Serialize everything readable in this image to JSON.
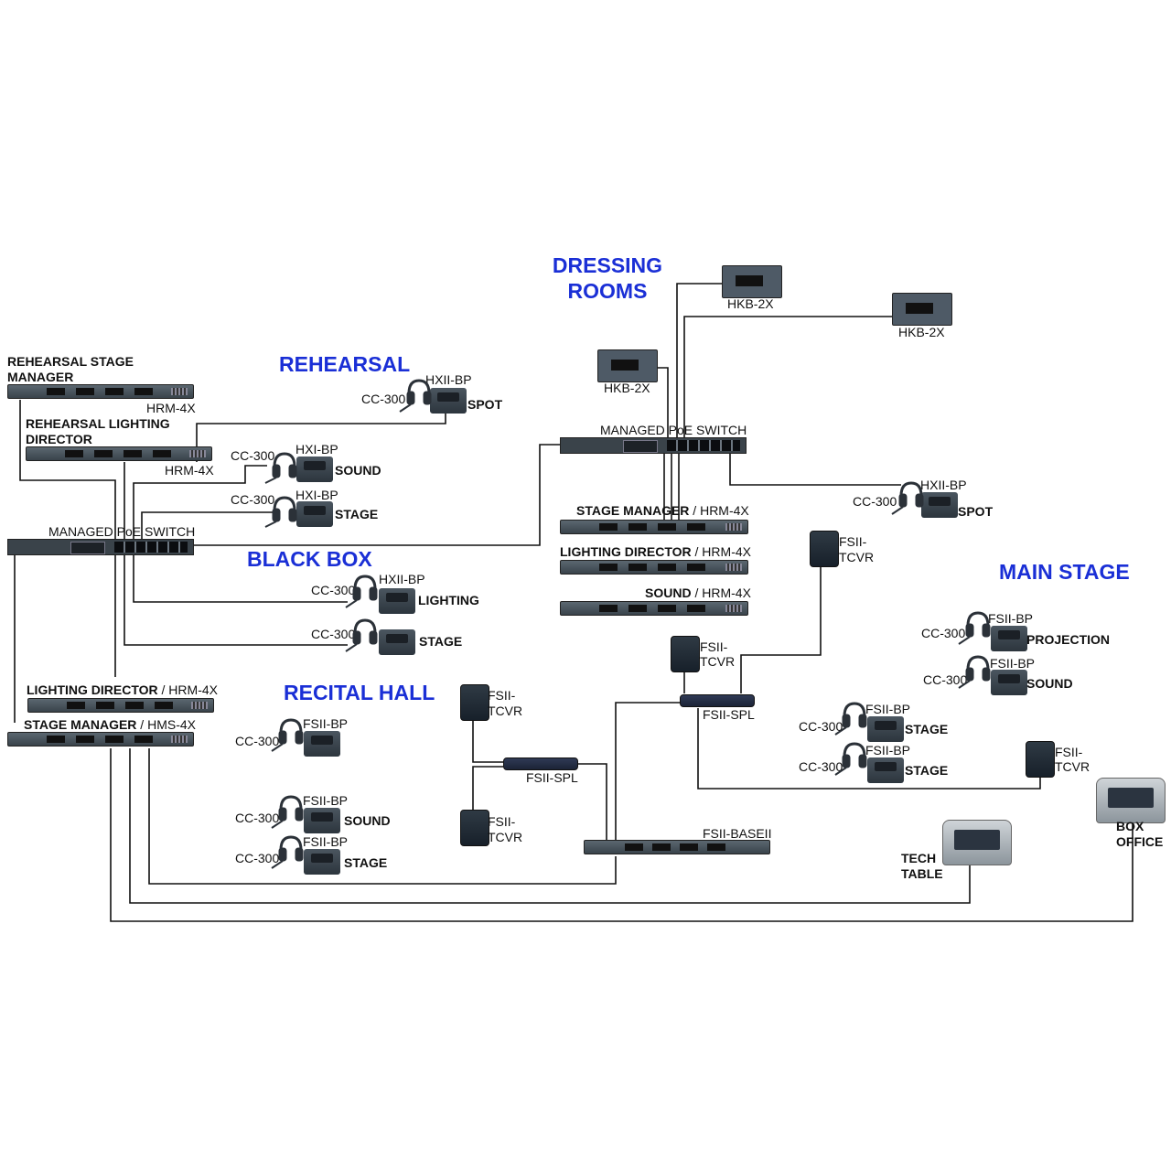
{
  "zones": {
    "dressing": "DRESSING\nROOMS",
    "rehearsal": "REHEARSAL",
    "blackbox": "BLACK BOX",
    "recital": "RECITAL HALL",
    "main": "MAIN STAGE"
  },
  "labels": {
    "reh_sm_1": "REHEARSAL STAGE",
    "reh_sm_2": "MANAGER",
    "reh_sm_model": "HRM-4X",
    "reh_ld_1": "REHEARSAL LIGHTING",
    "reh_ld_2": "DIRECTOR",
    "reh_ld_model": "HRM-4X",
    "cc300": "CC-300",
    "hxi_bp": "HXII-BP",
    "hxi_bp_alt": "HXI-BP",
    "spot": "SPOT",
    "sound": "SOUND",
    "stage": "STAGE",
    "lighting": "LIGHTING",
    "projection": "PROJECTION",
    "managed_switch": "MANAGED PoE SWITCH",
    "hkb2x": "HKB-2X",
    "sm_bold": "STAGE MANAGER",
    "sm_hrm": " / HRM-4X",
    "ld_bold": "LIGHTING DIRECTOR",
    "ld_hrm": " / HRM-4X",
    "snd_bold": "SOUND",
    "snd_hrm": " / HRM-4X",
    "bb_ld_bold": "LIGHTING DIRECTOR",
    "bb_ld_hrm": " / HRM-4X",
    "bb_sm_bold": "STAGE MANAGER",
    "bb_sm_hms": " / HMS-4X",
    "fsii_bp": "FSII-BP",
    "fsii_tcvr_1": "FSII-",
    "fsii_tcvr_2": "TCVR",
    "fsii_spl": "FSII-SPL",
    "fsii_base": "FSII-BASEII",
    "tech_1": "TECH",
    "tech_2": "TABLE",
    "box_1": "BOX",
    "box_2": "OFFICE"
  }
}
